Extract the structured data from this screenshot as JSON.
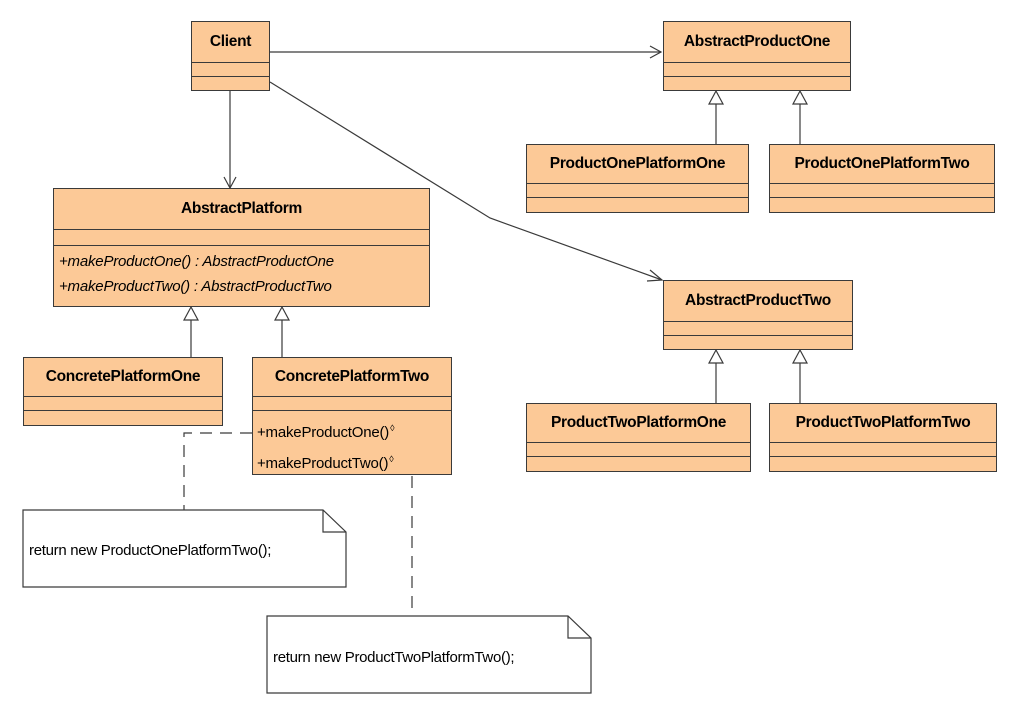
{
  "colors": {
    "class_fill": "#fcc997",
    "stroke": "#3a3a3a",
    "background": "#ffffff"
  },
  "classes": {
    "client": {
      "name": "Client"
    },
    "abstract_product_one": {
      "name": "AbstractProductOne"
    },
    "product_one_platform_one": {
      "name": "ProductOnePlatformOne"
    },
    "product_one_platform_two": {
      "name": "ProductOnePlatformTwo"
    },
    "abstract_platform": {
      "name": "AbstractPlatform",
      "operations": [
        "+makeProductOne() : AbstractProductOne",
        "+makeProductTwo() : AbstractProductTwo"
      ]
    },
    "concrete_platform_one": {
      "name": "ConcretePlatformOne"
    },
    "concrete_platform_two": {
      "name": "ConcretePlatformTwo",
      "operations": [
        "+makeProductOne()",
        "+makeProductTwo()"
      ],
      "operation_marker": "◊"
    },
    "abstract_product_two": {
      "name": "AbstractProductTwo"
    },
    "product_two_platform_one": {
      "name": "ProductTwoPlatformOne"
    },
    "product_two_platform_two": {
      "name": "ProductTwoPlatformTwo"
    }
  },
  "notes": {
    "note_one": {
      "text": "return new ProductOnePlatformTwo();"
    },
    "note_two": {
      "text": "return new ProductTwoPlatformTwo();"
    }
  },
  "relationships": [
    {
      "kind": "association",
      "from": "Client",
      "to": "AbstractProductOne"
    },
    {
      "kind": "association",
      "from": "Client",
      "to": "AbstractPlatform"
    },
    {
      "kind": "association",
      "from": "Client",
      "to": "AbstractProductTwo"
    },
    {
      "kind": "generalization",
      "from": "ConcretePlatformOne",
      "to": "AbstractPlatform"
    },
    {
      "kind": "generalization",
      "from": "ConcretePlatformTwo",
      "to": "AbstractPlatform"
    },
    {
      "kind": "generalization",
      "from": "ProductOnePlatformOne",
      "to": "AbstractProductOne"
    },
    {
      "kind": "generalization",
      "from": "ProductOnePlatformTwo",
      "to": "AbstractProductOne"
    },
    {
      "kind": "generalization",
      "from": "ProductTwoPlatformOne",
      "to": "AbstractProductTwo"
    },
    {
      "kind": "generalization",
      "from": "ProductTwoPlatformTwo",
      "to": "AbstractProductTwo"
    },
    {
      "kind": "note-link",
      "from": "ConcretePlatformTwo",
      "to": "note_one"
    },
    {
      "kind": "note-link",
      "from": "ConcretePlatformTwo",
      "to": "note_two"
    }
  ]
}
